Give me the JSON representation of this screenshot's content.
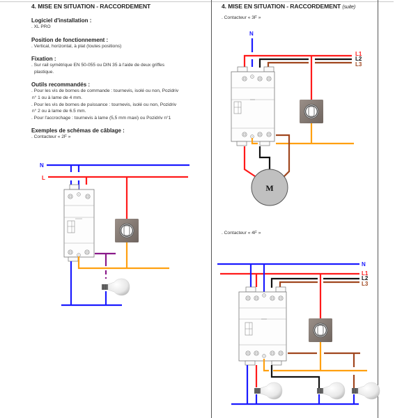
{
  "left": {
    "title": "4. MISE EN SITUATION  - RACCORDEMENT",
    "sections": [
      {
        "heading": "Logiciel d'installation :",
        "lines": [
          ". XL PRO"
        ]
      },
      {
        "heading": "Position de fonctionnement :",
        "lines": [
          ". Vertical, horizontal, à plat (toutes positions)"
        ]
      },
      {
        "heading": "Fixation :",
        "lines": [
          ". Sur rail symétrique EN 50-055 ou DIN 35 à l'aide de deux griffes",
          "plastique."
        ]
      },
      {
        "heading": "Outils recommandés :",
        "lines": [
          ". Pour les vis de bornes de commande : tournevis, isolé ou non, Pozidriv",
          "n° 1 ou à lame de 4 mm.",
          ". Pour les vis de bornes de puissance : tournevis, isolé ou non, Pozidriv",
          "n° 2 ou à lame de 6.5 mm.",
          ". Pour l'accrochage : tournevis à lame (5,5 mm maxi) ou Pozidriv n°1"
        ]
      },
      {
        "heading": "Exemples de schémas de câblage :",
        "lines": [
          ". Contacteur « 2F »"
        ]
      }
    ]
  },
  "right": {
    "title": "4. MISE EN SITUATION  - RACCORDEMENT",
    "title_suffix": "(suite)",
    "diagram_3f_caption": ". Contacteur « 3F »",
    "diagram_4f_caption": ". Contacteur « 4F »"
  },
  "wires": {
    "N": "N",
    "L": "L",
    "L1": "L1",
    "L2": "L2",
    "L3": "L3",
    "motor": "M"
  },
  "colors": {
    "neutral": "#1a1aff",
    "phase": "#ff1a1a",
    "l2": "#111111",
    "l3": "#a0461e",
    "control": "#ffa010",
    "purple": "#8a1a8a",
    "switch": "#8a7f78",
    "motor": "#c0c0c0"
  }
}
